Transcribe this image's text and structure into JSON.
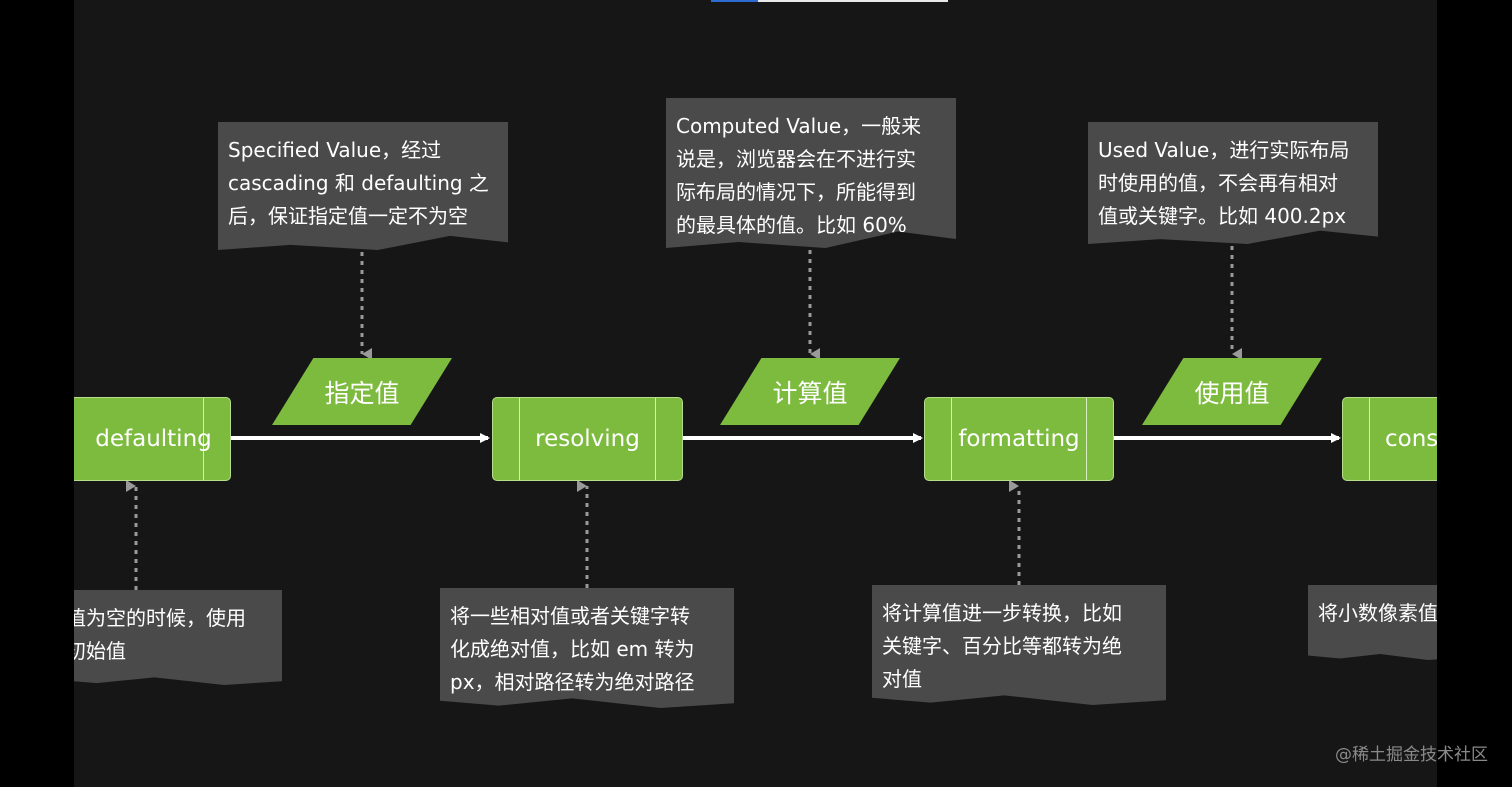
{
  "watermark": "@稀土掘金技术社区",
  "process_steps": {
    "defaulting": "defaulting",
    "resolving": "resolving",
    "formatting": "formatting",
    "constraining": "cons"
  },
  "values": {
    "specified": "指定值",
    "computed": "计算值",
    "used": "使用值"
  },
  "notes": {
    "specified": "Specified Value，经过\ncascading 和 defaulting 之\n后，保证指定值一定不为空",
    "computed": "Computed Value，一般来\n说是，浏览器会在不进行实\n际布局的情况下，所能得到\n的最具体的值。比如 60%",
    "used": "Used Value，进行实际布局\n时使用的值，不会再有相对\n值或关键字。比如 400.2px",
    "defaulting": "值为空的时候，使用\n初始值",
    "resolving": "将一些相对值或者关键字转\n化成绝对值，比如 em 转为\npx，相对路径转为绝对路径",
    "formatting": "将计算值进一步转换，比如\n关键字、百分比等都转为绝\n对值",
    "constraining": "将小数像素值"
  }
}
